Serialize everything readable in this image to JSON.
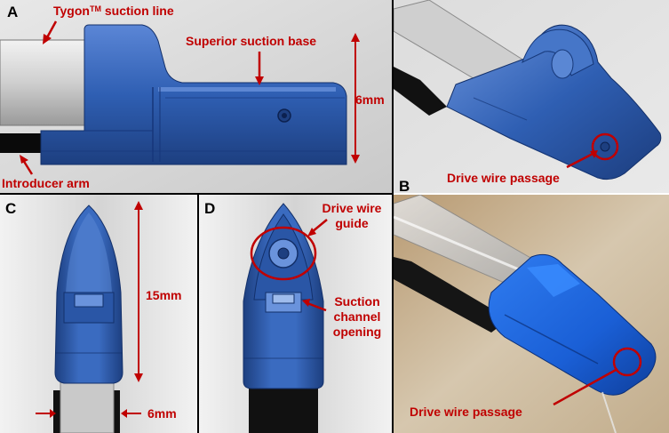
{
  "panels": {
    "a": {
      "letter": "A",
      "tygon_prefix": "Tygon",
      "tygon_sup": "TM",
      "tygon_suffix": " suction line",
      "superior": "Superior suction base",
      "height": "6mm",
      "introducer": "Introducer arm"
    },
    "b": {
      "letter": "B",
      "drive_wire": "Drive wire passage"
    },
    "c": {
      "letter": "C",
      "length": "15mm",
      "width": "6mm"
    },
    "d": {
      "letter": "D",
      "guide_line1": "Drive wire",
      "guide_line2": "guide",
      "suction_line1": "Suction",
      "suction_line2": "channel",
      "suction_line3": "opening"
    },
    "photo": {
      "drive_wire": "Drive wire passage"
    }
  },
  "colors": {
    "annotation": "#c00000",
    "part_blue": "#2f5fb3",
    "background_grey": "#d7d7d7"
  }
}
